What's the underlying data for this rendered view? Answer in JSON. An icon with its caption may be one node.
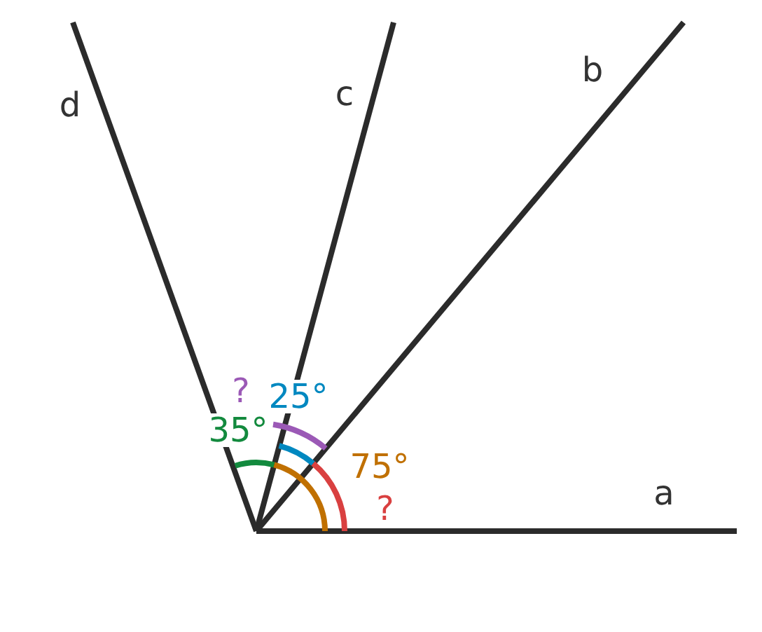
{
  "diagram": {
    "labels": [
      "d",
      "c",
      "b",
      "?",
      "25°",
      "35°",
      "75°",
      "a",
      "?"
    ]
  }
}
